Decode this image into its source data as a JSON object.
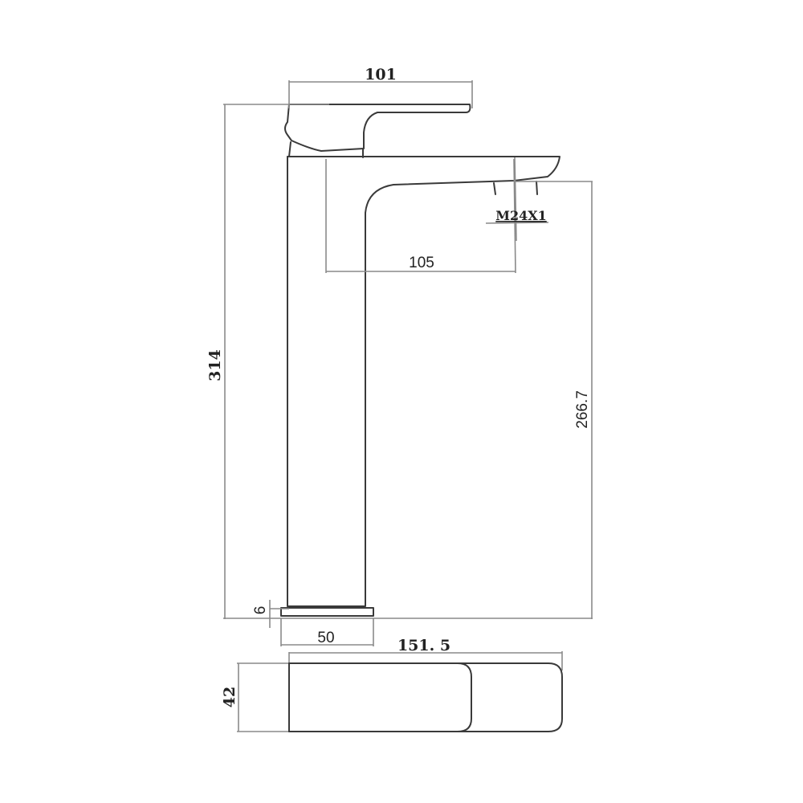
{
  "drawing": {
    "subject": "Tall basin mixer faucet — side elevation and plan view",
    "units": "mm",
    "dimensions": {
      "handle_length": "101",
      "spout_reach": "105",
      "total_height": "314",
      "spout_height": "266.7",
      "base_thickness": "6",
      "base_width": "50",
      "plan_length": "151. 5",
      "plan_width": "42"
    },
    "thread_label": "M24X1"
  },
  "colors": {
    "outline": "#3a3a3a",
    "dimension_line": "#8a8a8a",
    "text": "#222222",
    "background": "#ffffff"
  }
}
